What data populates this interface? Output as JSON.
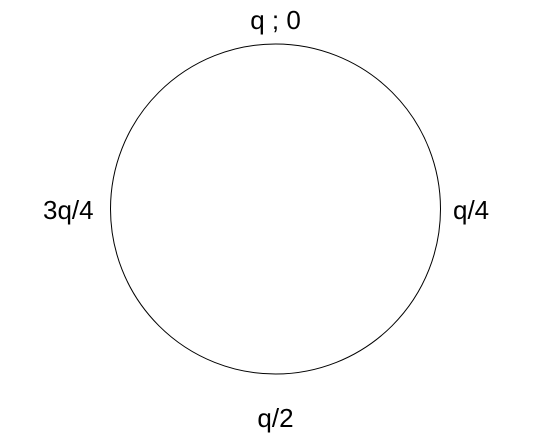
{
  "labels": {
    "top": "q ; 0",
    "right": "q/4",
    "bottom": "q/2",
    "left": "3q/4"
  },
  "colors": {
    "stroke": "#000000",
    "background": "#ffffff"
  }
}
